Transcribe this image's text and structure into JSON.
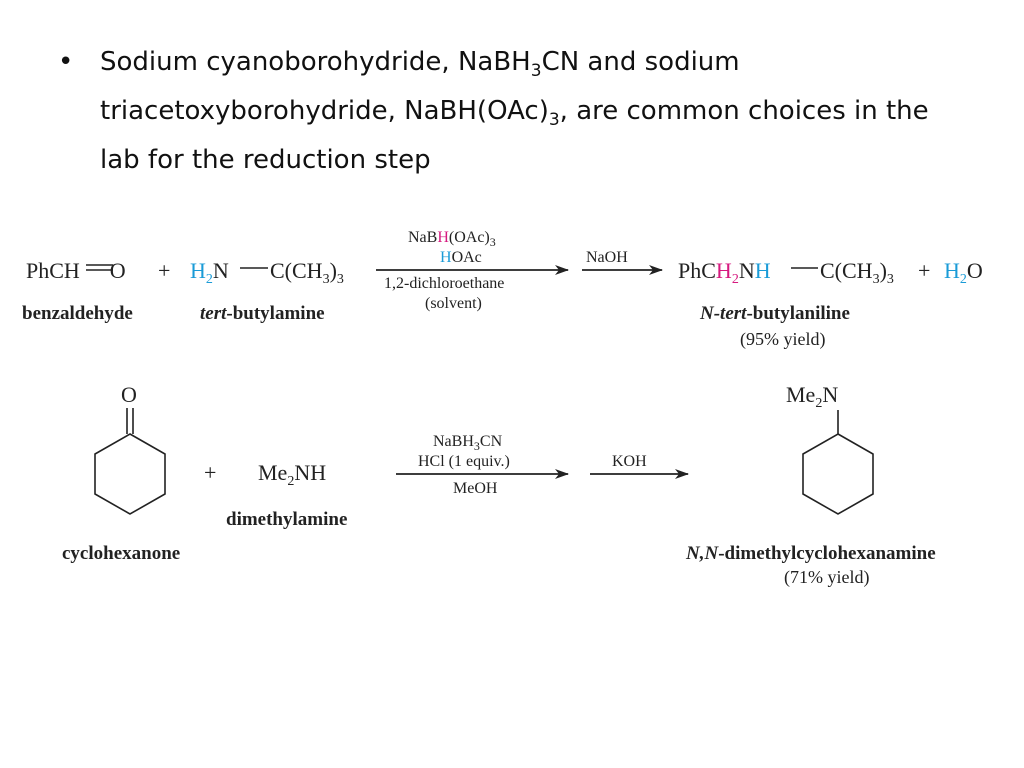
{
  "slide": {
    "bullet_marker": "•",
    "bullet": {
      "p1": "Sodium cyanoborohydride, NaBH",
      "s1": "3",
      "p2": "CN and sodium triacetoxyborohydride, NaBH(OAc)",
      "s2": "3",
      "p3": ", are common choices in the lab for the reduction step"
    }
  },
  "colors": {
    "blue": "#1a9bd7",
    "magenta": "#d6197f",
    "ink": "#222222"
  },
  "reaction1": {
    "reactant1": {
      "formula_a": "PhCH",
      "bond": "══",
      "formula_b": "O",
      "name": "benzaldehyde"
    },
    "plus1": "+",
    "reactant2": {
      "h": "H",
      "h_sub": "2",
      "n": "N",
      "rest": "C(CH",
      "rest_sub": "3",
      "close": ")",
      "close_sub": "3",
      "name_italic": "tert",
      "name_rest": "-butylamine"
    },
    "conditions_above": {
      "l1_a": "NaB",
      "l1_h": "H",
      "l1_b": "(OAc)",
      "l1_sub": "3",
      "l2_h": "H",
      "l2_b": "OAc"
    },
    "conditions_below": {
      "l1": "1,2-dichloroethane",
      "l2": "(solvent)"
    },
    "second_reagent": "NaOH",
    "product": {
      "a": "PhC",
      "h2": "H",
      "h2_sub": "2",
      "n": "N",
      "h": "H",
      "rest": "C(CH",
      "rest_sub": "3",
      "close": ")",
      "close_sub": "3",
      "name_italic": "N-tert",
      "name_rest": "-butylaniline",
      "yield": "(95% yield)"
    },
    "plus2": "+",
    "water": {
      "h": "H",
      "sub": "2",
      "o": "O"
    }
  },
  "reaction2": {
    "reactant1": {
      "atom": "O",
      "name": "cyclohexanone"
    },
    "plus": "+",
    "reactant2": {
      "a": "Me",
      "sub": "2",
      "b": "NH",
      "name": "dimethylamine"
    },
    "conditions_above": {
      "l1_a": "NaBH",
      "l1_sub": "3",
      "l1_b": "CN",
      "l2": "HCl (1 equiv.)"
    },
    "conditions_below": {
      "l1": "MeOH"
    },
    "second_reagent": "KOH",
    "product": {
      "a": "Me",
      "sub": "2",
      "b": "N",
      "name_italic": "N,N",
      "name_rest": "-dimethylcyclohexanamine",
      "yield": "(71% yield)"
    }
  }
}
